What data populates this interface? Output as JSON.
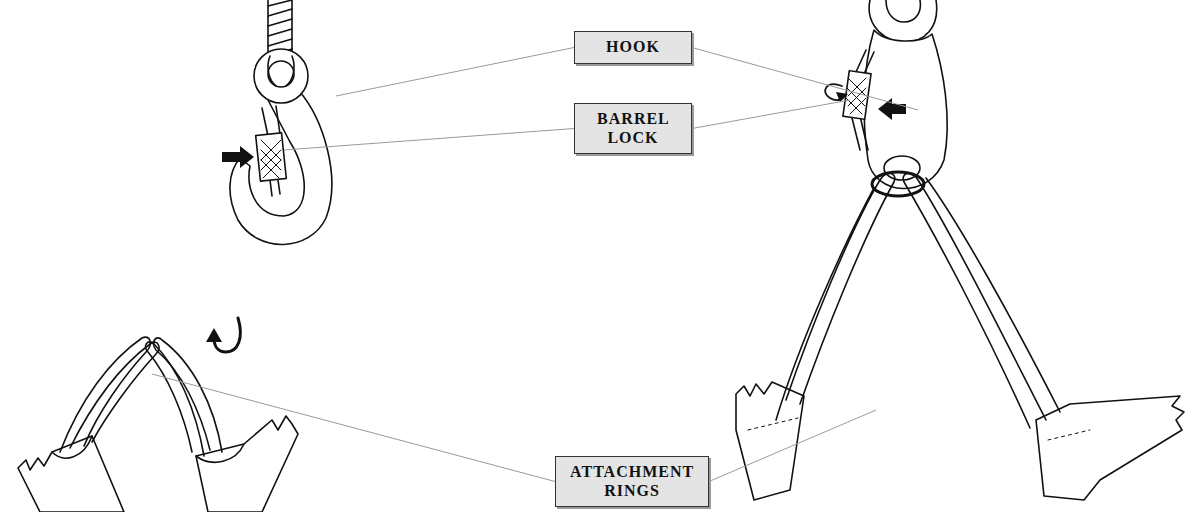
{
  "diagram": {
    "nodes": [
      {
        "text": [
          "HOOK"
        ]
      },
      {
        "text": [
          "BARREL LOCK"
        ]
      },
      {
        "text": [
          "ATTACHMENT RINGS"
        ]
      }
    ]
  }
}
